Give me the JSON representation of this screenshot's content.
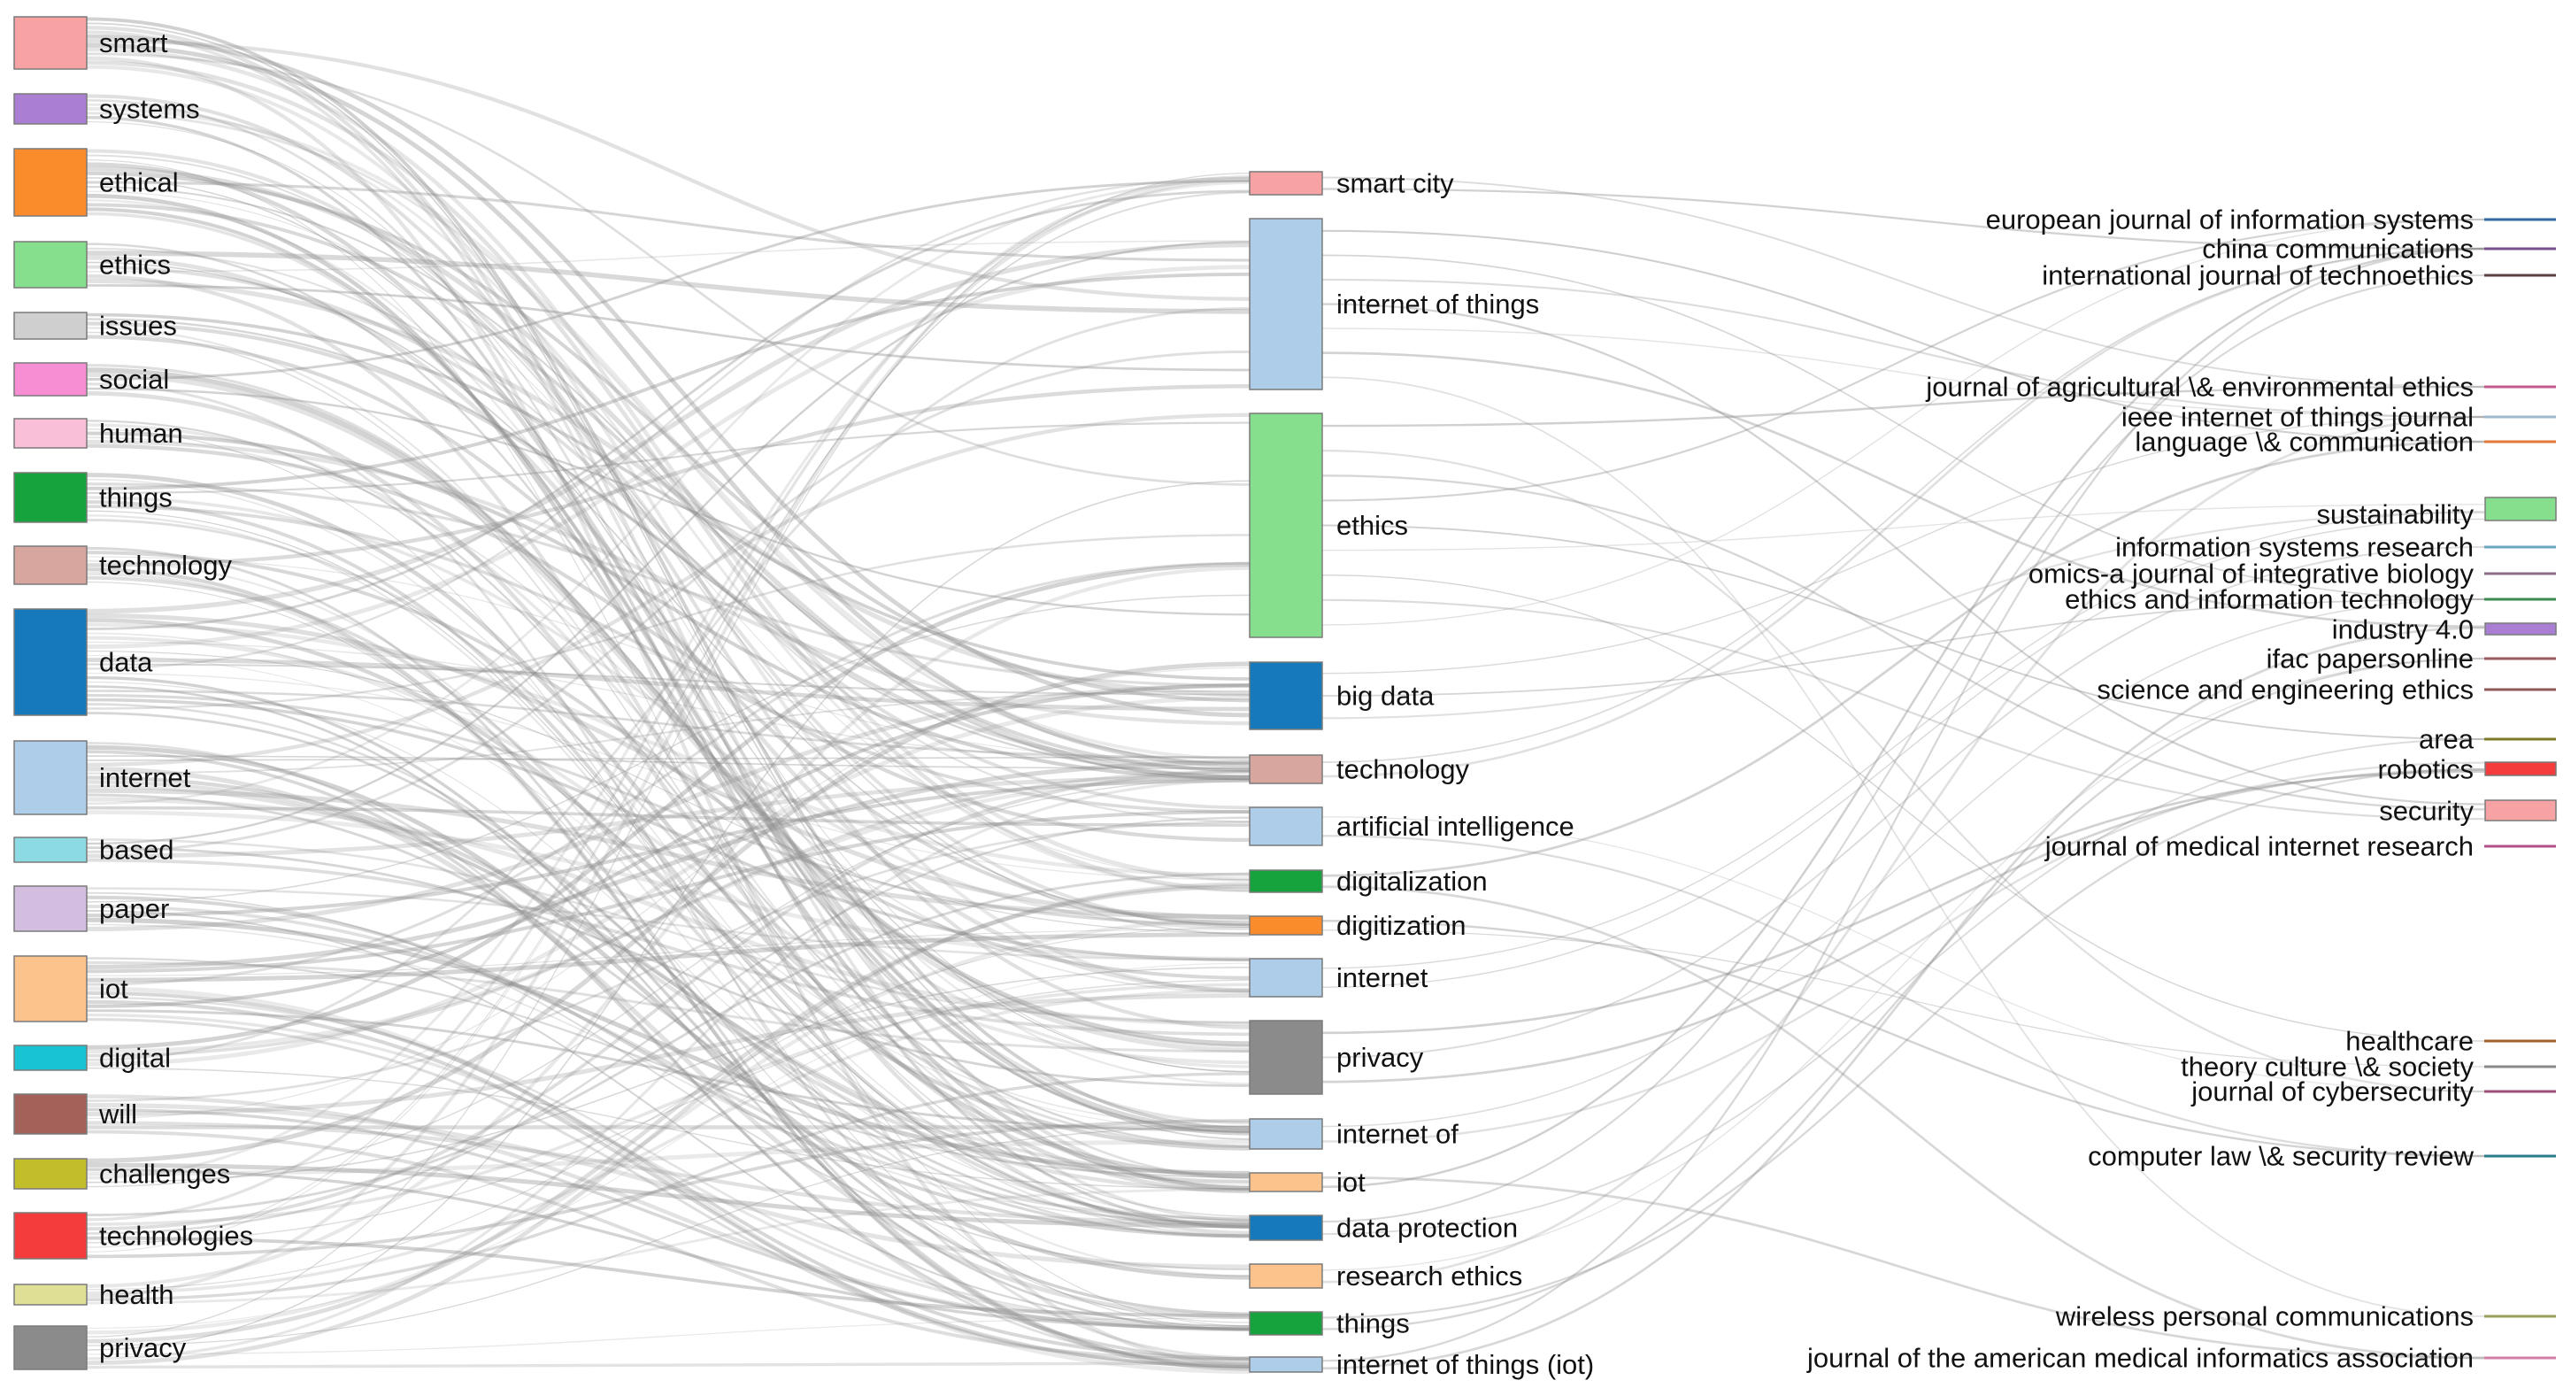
{
  "diagram": {
    "type": "sankey",
    "columns": [
      {
        "name": "",
        "nodes": [
          {
            "id": "smart",
            "label": "smart",
            "color": "#f7a3a3"
          },
          {
            "id": "systems",
            "label": "systems",
            "color": "#a97ed3"
          },
          {
            "id": "ethical",
            "label": "ethical",
            "color": "#fb8c2b"
          },
          {
            "id": "ethics_l",
            "label": "ethics",
            "color": "#86df8c"
          },
          {
            "id": "issues",
            "label": "issues",
            "color": "#cfcfcf"
          },
          {
            "id": "social",
            "label": "social",
            "color": "#f78ed3"
          },
          {
            "id": "human",
            "label": "human",
            "color": "#f9bfd9"
          },
          {
            "id": "things_l",
            "label": "things",
            "color": "#16a33e"
          },
          {
            "id": "technology_l",
            "label": "technology",
            "color": "#d7a69f"
          },
          {
            "id": "data",
            "label": "data",
            "color": "#1679bb"
          },
          {
            "id": "internet_l",
            "label": "internet",
            "color": "#aecde9"
          },
          {
            "id": "based",
            "label": "based",
            "color": "#8cdbe4"
          },
          {
            "id": "paper",
            "label": "paper",
            "color": "#d3bee0"
          },
          {
            "id": "iot_l",
            "label": "iot",
            "color": "#fcc38c"
          },
          {
            "id": "digital",
            "label": "digital",
            "color": "#18c4d4"
          },
          {
            "id": "will",
            "label": "will",
            "color": "#a3615a"
          },
          {
            "id": "challenges",
            "label": "challenges",
            "color": "#c1bd2b"
          },
          {
            "id": "technologies",
            "label": "technologies",
            "color": "#f53c3c"
          },
          {
            "id": "health",
            "label": "health",
            "color": "#dfe096"
          },
          {
            "id": "privacy_l",
            "label": "privacy",
            "color": "#8b8b8b"
          }
        ]
      },
      {
        "name": "",
        "nodes": [
          {
            "id": "smart_city",
            "label": "smart city",
            "color": "#f7a3a3"
          },
          {
            "id": "iot_full",
            "label": "internet of things",
            "color": "#aecde9"
          },
          {
            "id": "ethics_m",
            "label": "ethics",
            "color": "#86df8c"
          },
          {
            "id": "big_data",
            "label": "big data",
            "color": "#1679bb"
          },
          {
            "id": "technology_m",
            "label": "technology",
            "color": "#d7a69f"
          },
          {
            "id": "ai",
            "label": "artificial intelligence",
            "color": "#aecde9"
          },
          {
            "id": "digitalization",
            "label": "digitalization",
            "color": "#16a33e"
          },
          {
            "id": "digitization",
            "label": "digitization",
            "color": "#fb8c2b"
          },
          {
            "id": "internet_m",
            "label": "internet",
            "color": "#aecde9"
          },
          {
            "id": "privacy_m",
            "label": "privacy",
            "color": "#8b8b8b"
          },
          {
            "id": "internet_of",
            "label": "internet of",
            "color": "#aecde9"
          },
          {
            "id": "iot_m",
            "label": "iot",
            "color": "#fcc38c"
          },
          {
            "id": "data_protection",
            "label": "data protection",
            "color": "#1679bb"
          },
          {
            "id": "research_ethics",
            "label": "research ethics",
            "color": "#fcc38c"
          },
          {
            "id": "things_m",
            "label": "things",
            "color": "#16a33e"
          },
          {
            "id": "iot_paren",
            "label": "internet of things (iot)",
            "color": "#aecde9"
          }
        ]
      },
      {
        "name": "",
        "nodes": [
          {
            "id": "ejis",
            "label": "european journal of information systems",
            "color": "#2f6a9e"
          },
          {
            "id": "china_comm",
            "label": "china communications",
            "color": "#7a4f8f"
          },
          {
            "id": "ijt",
            "label": "international journal of technoethics",
            "color": "#5a4040"
          },
          {
            "id": "jaee",
            "label": "journal of agricultural \\& environmental ethics",
            "color": "#c45a8e"
          },
          {
            "id": "ieee_iot",
            "label": "ieee internet of things journal",
            "color": "#9fb8cf"
          },
          {
            "id": "lang_comm",
            "label": "language \\& communication",
            "color": "#e27a3a"
          },
          {
            "id": "sustainability",
            "label": "sustainability",
            "color": "#86df8c"
          },
          {
            "id": "isr",
            "label": "information systems research",
            "color": "#6aa7c0"
          },
          {
            "id": "omics",
            "label": "omics-a journal of integrative biology",
            "color": "#8a6c8a"
          },
          {
            "id": "eit",
            "label": "ethics and information technology",
            "color": "#3b8a4f"
          },
          {
            "id": "industry40",
            "label": "industry 4.0",
            "color": "#a97ed3"
          },
          {
            "id": "ifac",
            "label": "ifac papersonline",
            "color": "#9e5a5a"
          },
          {
            "id": "see",
            "label": "science and engineering ethics",
            "color": "#8f5a5a"
          },
          {
            "id": "area",
            "label": "area",
            "color": "#7d7a2a"
          },
          {
            "id": "robotics",
            "label": "robotics",
            "color": "#f53c3c"
          },
          {
            "id": "security",
            "label": "security",
            "color": "#f7a3a3"
          },
          {
            "id": "jmir",
            "label": "journal of medical internet research",
            "color": "#b04f8a"
          },
          {
            "id": "healthcare",
            "label": "healthcare",
            "color": "#a0622a"
          },
          {
            "id": "tcs",
            "label": "theory culture \\& society",
            "color": "#8a8a8a"
          },
          {
            "id": "jcyber",
            "label": "journal of cybersecurity",
            "color": "#9e4f7a"
          },
          {
            "id": "clsr",
            "label": "computer law \\& security review",
            "color": "#2a7a8a"
          },
          {
            "id": "wpc",
            "label": "wireless personal communications",
            "color": "#9aa05a"
          },
          {
            "id": "jamia",
            "label": "journal of the american medical informatics association",
            "color": "#d47fa8"
          }
        ]
      }
    ]
  }
}
